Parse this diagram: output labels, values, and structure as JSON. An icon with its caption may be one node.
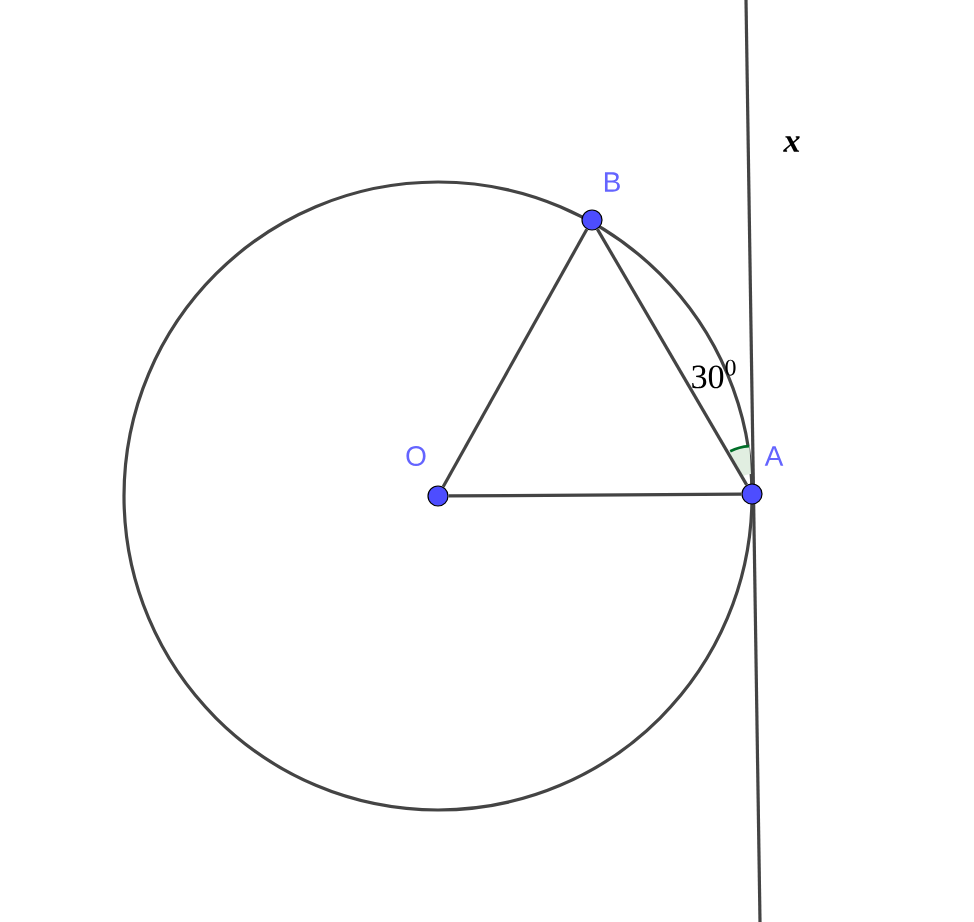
{
  "diagram": {
    "nodes": [
      {
        "text": [
          "O"
        ]
      },
      {
        "text": [
          "B"
        ]
      },
      {
        "text": [
          "A"
        ]
      }
    ],
    "edges": [
      {
        "from": 0,
        "to": 1,
        "arrow": "none"
      },
      {
        "from": 1,
        "to": 2,
        "arrow": "none"
      },
      {
        "from": 0,
        "to": 2,
        "arrow": "none"
      }
    ],
    "labels": [
      "x",
      "30$^{0}$"
    ]
  }
}
